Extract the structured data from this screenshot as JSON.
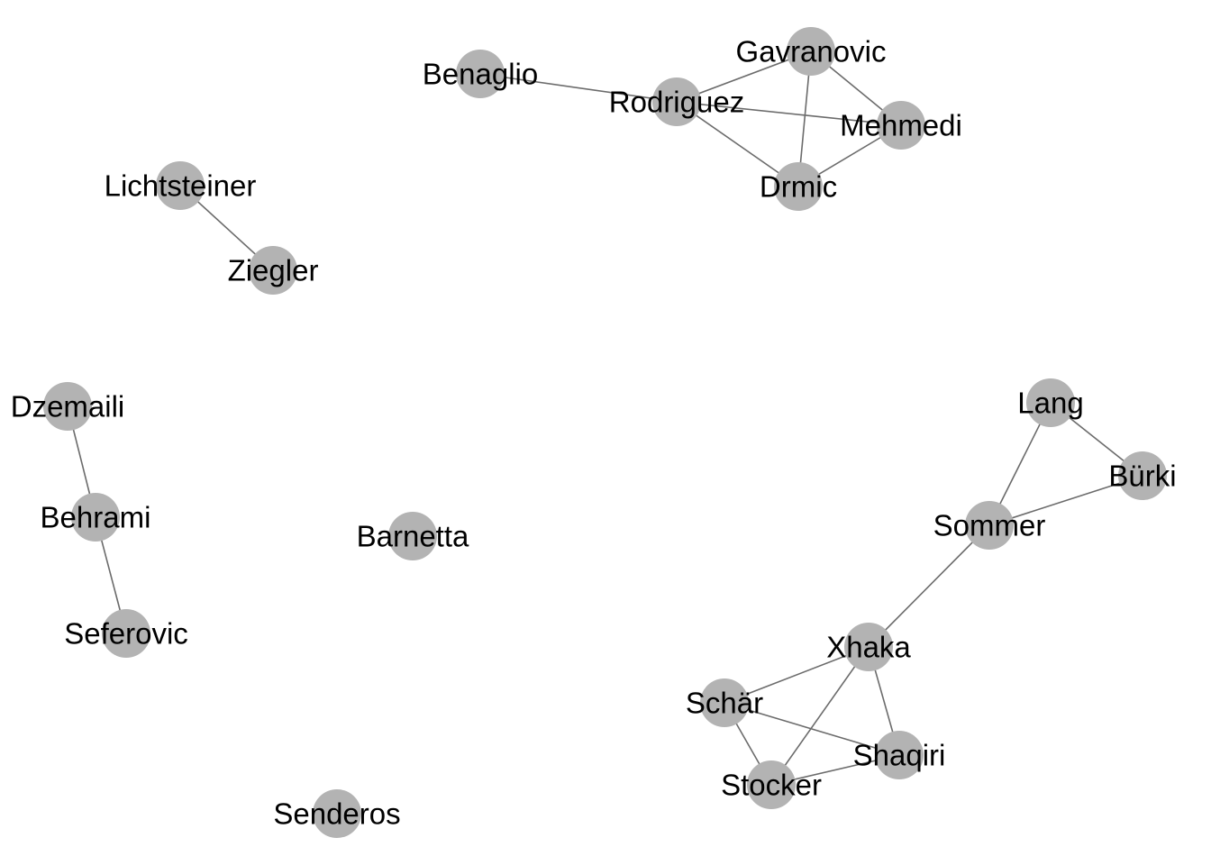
{
  "colors": {
    "background": "#ffffff",
    "node_fill": "#b3b3b3",
    "edge_stroke": "#6b6b6b",
    "label_color": "#000000"
  },
  "graph": {
    "nodes": [
      {
        "id": "benaglio",
        "label": "Benaglio"
      },
      {
        "id": "rodriguez",
        "label": "Rodriguez"
      },
      {
        "id": "gavranovic",
        "label": "Gavranovic"
      },
      {
        "id": "mehmedi",
        "label": "Mehmedi"
      },
      {
        "id": "drmic",
        "label": "Drmic"
      },
      {
        "id": "lichtsteiner",
        "label": "Lichtsteiner"
      },
      {
        "id": "ziegler",
        "label": "Ziegler"
      },
      {
        "id": "dzemaili",
        "label": "Dzemaili"
      },
      {
        "id": "behrami",
        "label": "Behrami"
      },
      {
        "id": "seferovic",
        "label": "Seferovic"
      },
      {
        "id": "barnetta",
        "label": "Barnetta"
      },
      {
        "id": "senderos",
        "label": "Senderos"
      },
      {
        "id": "lang",
        "label": "Lang"
      },
      {
        "id": "burki",
        "label": "Bürki"
      },
      {
        "id": "sommer",
        "label": "Sommer"
      },
      {
        "id": "xhaka",
        "label": "Xhaka"
      },
      {
        "id": "schar",
        "label": "Schär"
      },
      {
        "id": "shaqiri",
        "label": "Shaqiri"
      },
      {
        "id": "stocker",
        "label": "Stocker"
      }
    ],
    "edges": [
      [
        "benaglio",
        "rodriguez"
      ],
      [
        "rodriguez",
        "gavranovic"
      ],
      [
        "rodriguez",
        "mehmedi"
      ],
      [
        "rodriguez",
        "drmic"
      ],
      [
        "gavranovic",
        "mehmedi"
      ],
      [
        "gavranovic",
        "drmic"
      ],
      [
        "mehmedi",
        "drmic"
      ],
      [
        "lichtsteiner",
        "ziegler"
      ],
      [
        "dzemaili",
        "behrami"
      ],
      [
        "behrami",
        "seferovic"
      ],
      [
        "lang",
        "burki"
      ],
      [
        "lang",
        "sommer"
      ],
      [
        "burki",
        "sommer"
      ],
      [
        "sommer",
        "xhaka"
      ],
      [
        "xhaka",
        "schar"
      ],
      [
        "xhaka",
        "shaqiri"
      ],
      [
        "xhaka",
        "stocker"
      ],
      [
        "schar",
        "shaqiri"
      ],
      [
        "schar",
        "stocker"
      ],
      [
        "shaqiri",
        "stocker"
      ]
    ]
  }
}
